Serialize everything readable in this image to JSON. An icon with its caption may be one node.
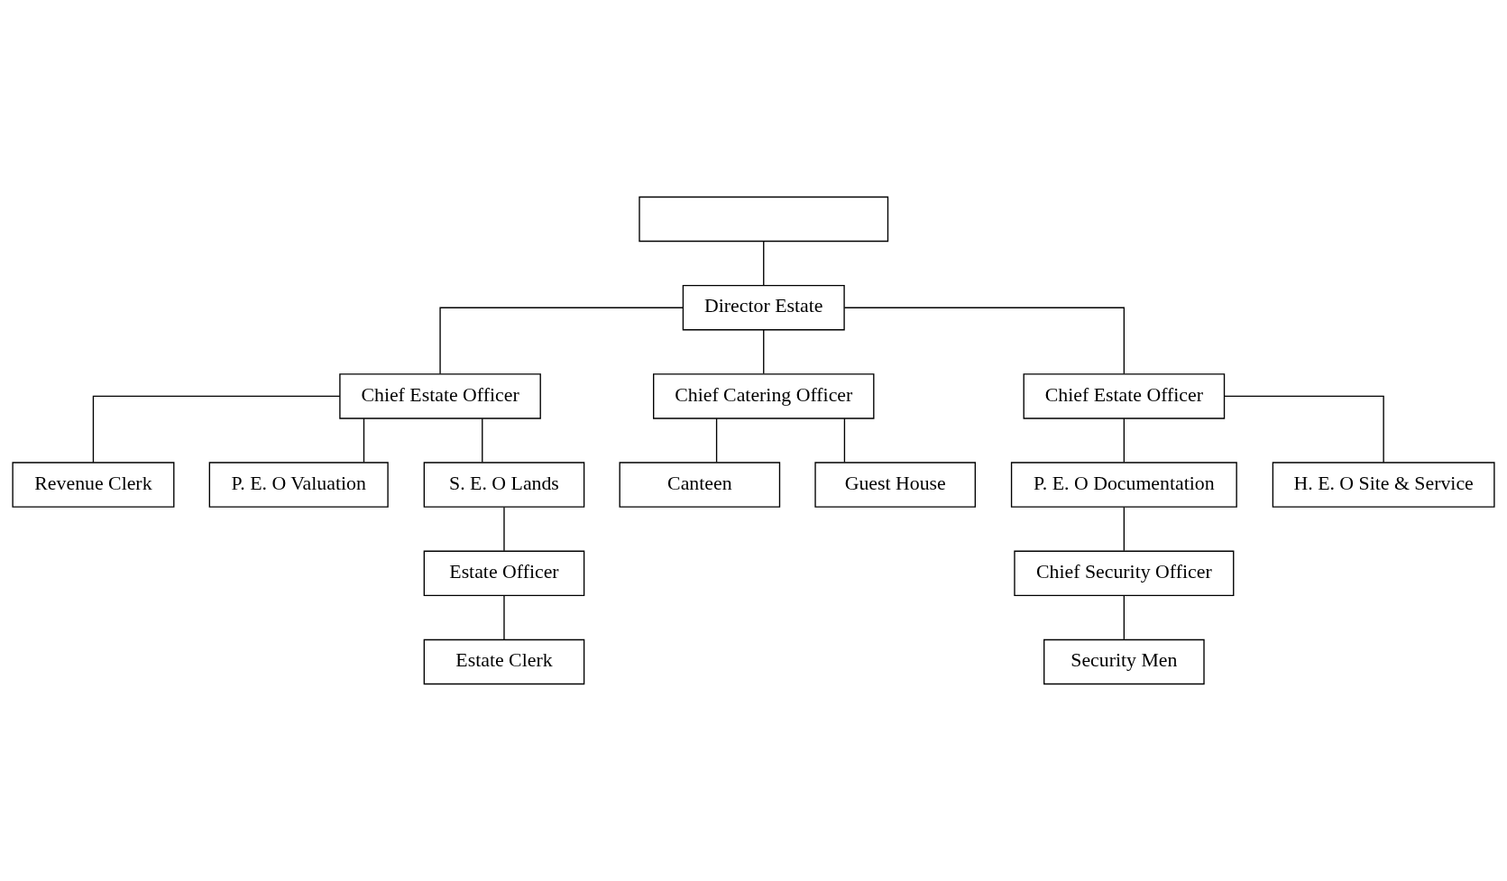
{
  "diagram": {
    "nodes": [
      {
        "text": [],
        "shape": "box"
      },
      {
        "text": [
          "Director Estate"
        ]
      },
      {
        "text": [
          "Chief Estate Officer"
        ]
      },
      {
        "text": [
          "Chief Catering Officer"
        ]
      },
      {
        "text": [
          "Chief Estate Officer"
        ]
      },
      {
        "text": [
          "Revenue Clerk"
        ]
      },
      {
        "text": [
          "P. E. O Valuation"
        ]
      },
      {
        "text": [
          "S. E. O Lands"
        ]
      },
      {
        "text": [
          "Estate Officer"
        ]
      },
      {
        "text": [
          "Estate Clerk"
        ]
      },
      {
        "text": [
          "Canteen"
        ]
      },
      {
        "text": [
          "Guest House"
        ]
      },
      {
        "text": [
          "P. E. O Documentation"
        ]
      },
      {
        "text": [
          "H. E. O Site & Service"
        ]
      },
      {
        "text": [
          "Chief Security Officer"
        ]
      },
      {
        "text": [
          "Security Men"
        ]
      }
    ],
    "edges": [
      {
        "from": 0,
        "to": 1,
        "arrow": "none"
      },
      {
        "from": 1,
        "to": 2,
        "arrow": "none"
      },
      {
        "from": 1,
        "to": 3,
        "arrow": "none"
      },
      {
        "from": 1,
        "to": 4,
        "arrow": "none"
      },
      {
        "from": 2,
        "to": 5,
        "arrow": "none"
      },
      {
        "from": 2,
        "to": 6,
        "arrow": "none"
      },
      {
        "from": 2,
        "to": 7,
        "arrow": "none"
      },
      {
        "from": 7,
        "to": 8,
        "arrow": "none"
      },
      {
        "from": 8,
        "to": 9,
        "arrow": "none"
      },
      {
        "from": 3,
        "to": 10,
        "arrow": "none"
      },
      {
        "from": 3,
        "to": 11,
        "arrow": "none"
      },
      {
        "from": 4,
        "to": 12,
        "arrow": "none"
      },
      {
        "from": 4,
        "to": 13,
        "arrow": "none"
      },
      {
        "from": 12,
        "to": 14,
        "arrow": "none"
      },
      {
        "from": 14,
        "to": 15,
        "arrow": "none"
      }
    ]
  }
}
